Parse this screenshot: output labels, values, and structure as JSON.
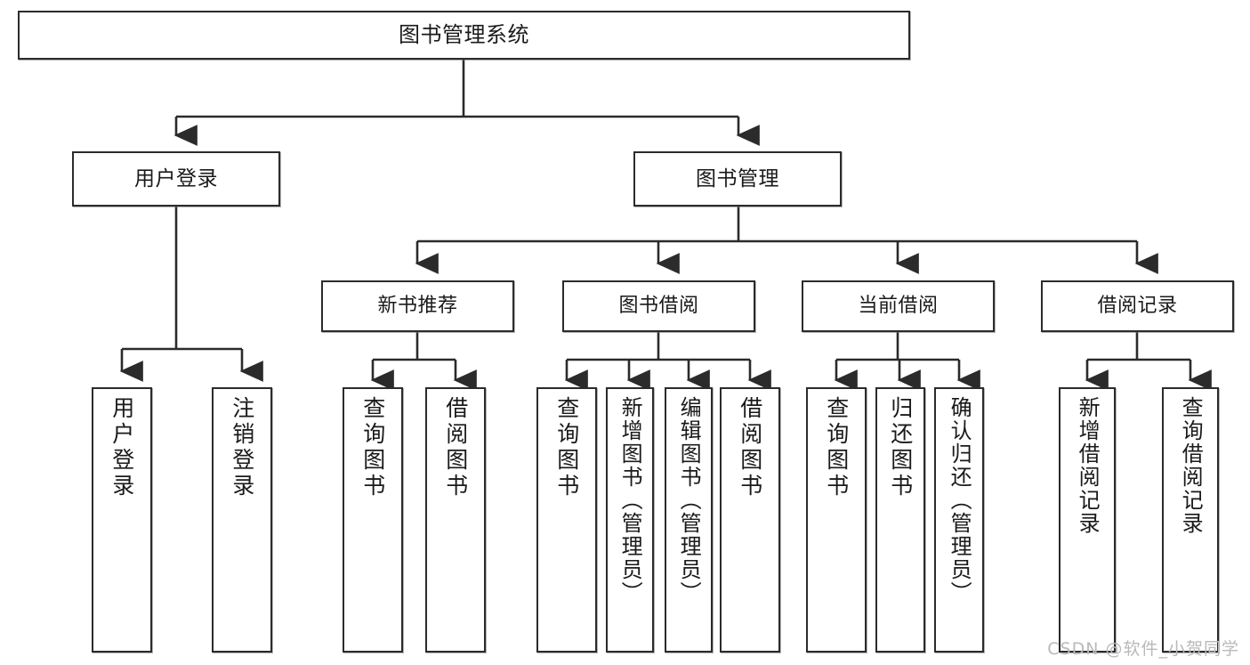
{
  "diagram": {
    "type": "tree-hierarchy",
    "title": "图书管理系统",
    "root": {
      "id": "root",
      "label": "图书管理系统"
    },
    "level1": [
      {
        "id": "user-login",
        "label": "用户登录"
      },
      {
        "id": "book-management",
        "label": "图书管理"
      }
    ],
    "level2": [
      {
        "id": "new-book-recommend",
        "label": "新书推荐",
        "parent": "book-management"
      },
      {
        "id": "book-borrow",
        "label": "图书借阅",
        "parent": "book-management"
      },
      {
        "id": "current-borrow",
        "label": "当前借阅",
        "parent": "book-management"
      },
      {
        "id": "borrow-record",
        "label": "借阅记录",
        "parent": "book-management"
      }
    ],
    "leaves": [
      {
        "id": "leaf-user-login",
        "label": "用户登录",
        "parent": "user-login"
      },
      {
        "id": "leaf-logout-login",
        "label": "注销登录",
        "parent": "user-login"
      },
      {
        "id": "leaf-query-book-1",
        "label": "查询图书",
        "parent": "new-book-recommend"
      },
      {
        "id": "leaf-borrow-book-1",
        "label": "借阅图书",
        "parent": "new-book-recommend"
      },
      {
        "id": "leaf-query-book-2",
        "label": "查询图书",
        "parent": "book-borrow"
      },
      {
        "id": "leaf-add-book",
        "label": "新增图书（管理员）",
        "parent": "book-borrow"
      },
      {
        "id": "leaf-edit-book",
        "label": "编辑图书（管理员）",
        "parent": "book-borrow"
      },
      {
        "id": "leaf-borrow-book-2",
        "label": "借阅图书",
        "parent": "book-borrow"
      },
      {
        "id": "leaf-query-book-3",
        "label": "查询图书",
        "parent": "current-borrow"
      },
      {
        "id": "leaf-return-book",
        "label": "归还图书",
        "parent": "current-borrow"
      },
      {
        "id": "leaf-confirm-return",
        "label": "确认归还（管理员）",
        "parent": "current-borrow"
      },
      {
        "id": "leaf-add-borrow-record",
        "label": "新增借阅记录",
        "parent": "borrow-record"
      },
      {
        "id": "leaf-query-borrow-record",
        "label": "查询借阅记录",
        "parent": "borrow-record"
      }
    ],
    "colors": {
      "box_border": "#2b2b2b",
      "box_fill": "#ffffff",
      "text": "#1a1a1a",
      "connector": "#2b2b2b",
      "watermark": "#b9b9b9",
      "canvas": "#ffffff"
    }
  },
  "watermark": {
    "text": "CSDN @软件_小贺同学"
  }
}
